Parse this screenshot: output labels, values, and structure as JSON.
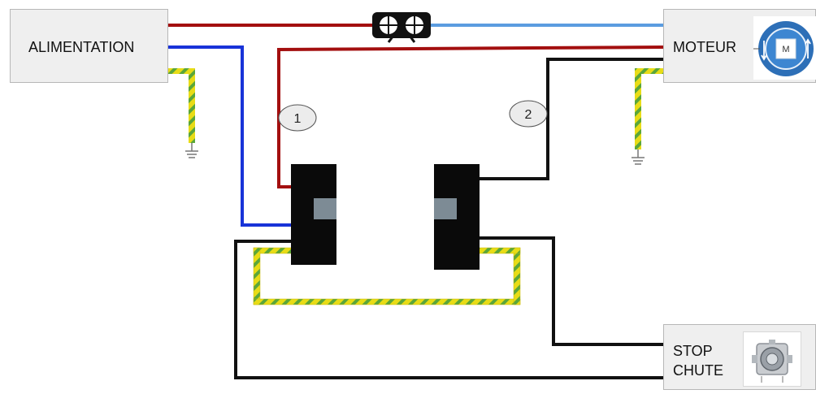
{
  "boxes": {
    "alimentation": {
      "label": "ALIMENTATION"
    },
    "moteur": {
      "label": "MOTEUR",
      "motor_symbol": "M"
    },
    "stop_chute": {
      "label_line1": "STOP",
      "label_line2": "CHUTE"
    }
  },
  "markers": [
    {
      "label": "1"
    },
    {
      "label": "2"
    }
  ],
  "colors": {
    "wire_red": "#a30f0f",
    "wire_blue": "#1833d8",
    "wire_light_blue": "#5b9ce0",
    "wire_black": "#111111",
    "earth_yellow": "#e8dc16",
    "earth_green": "#5aa63a",
    "switch_body": "#0a0a0a",
    "switch_window": "#7d8b95",
    "box_fill": "#efefef",
    "motor_blue": "#2d6fb7"
  },
  "icons": [
    "connector-icon",
    "motor-icon",
    "ground-icon",
    "stop-chute-device-icon"
  ]
}
